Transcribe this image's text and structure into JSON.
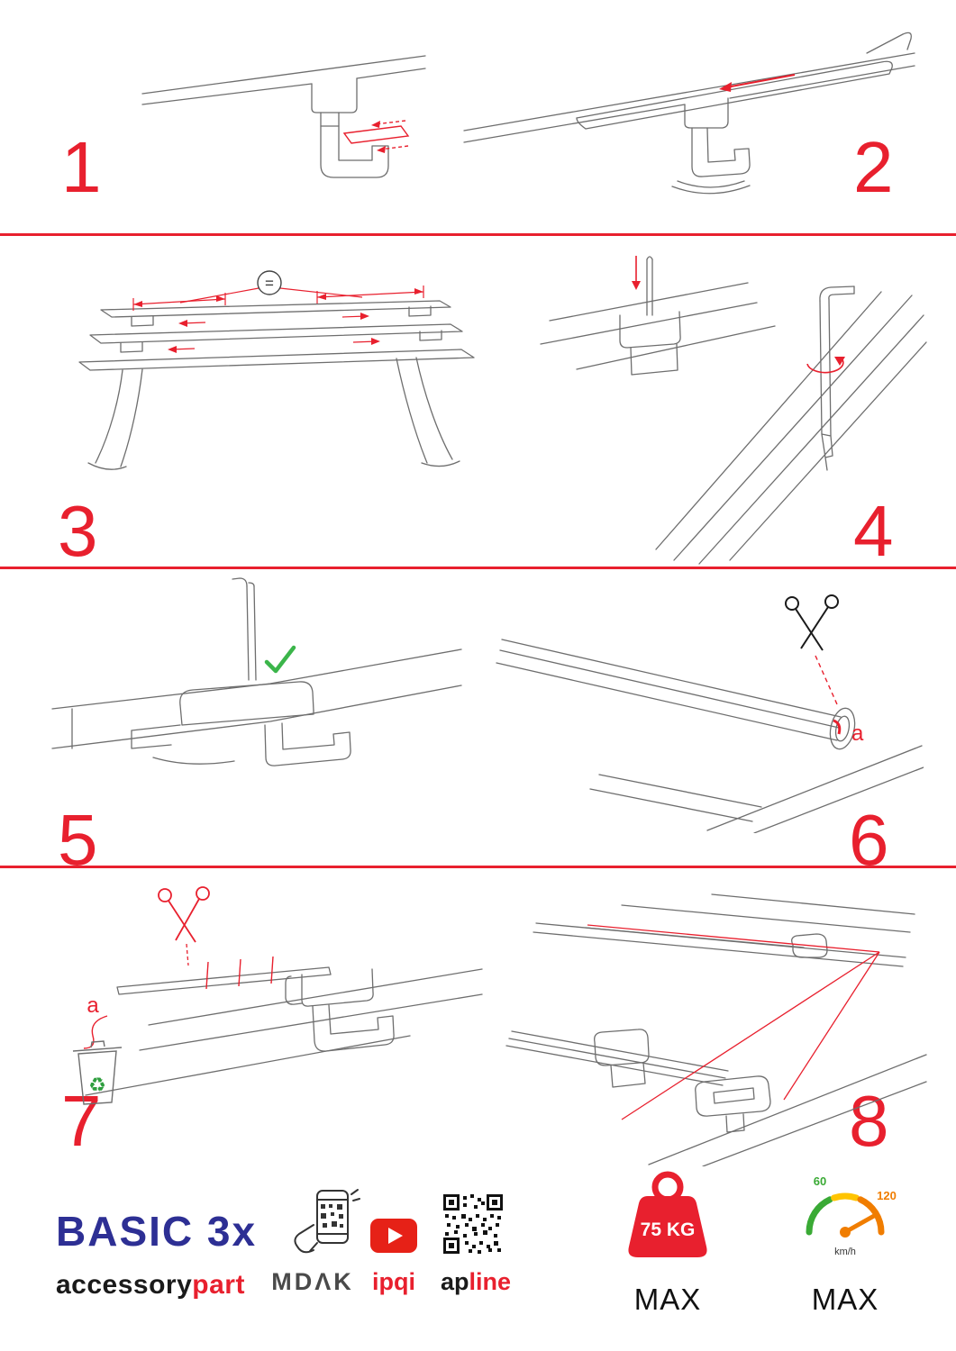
{
  "step_numbers": [
    "1",
    "2",
    "3",
    "4",
    "5",
    "6",
    "7",
    "8"
  ],
  "annotations": {
    "equal": "=",
    "label_a": "a",
    "recycle": "♻"
  },
  "footer": {
    "product": "BASIC 3x",
    "brand_left": "accessory",
    "brand_right": "part",
    "mdak": "MDΛK",
    "ipqi": "ipqi",
    "apline_left": "ap",
    "apline_right": "line",
    "weight": "75 KG",
    "weight_max": "MAX",
    "speed_60": "60",
    "speed_120": "120",
    "speed_unit": "km/h",
    "speed_max": "MAX"
  },
  "colors": {
    "accent": "#e8202e",
    "brand_blue": "#2d2f94",
    "green": "#3bb54a",
    "orange": "#f07d00"
  }
}
